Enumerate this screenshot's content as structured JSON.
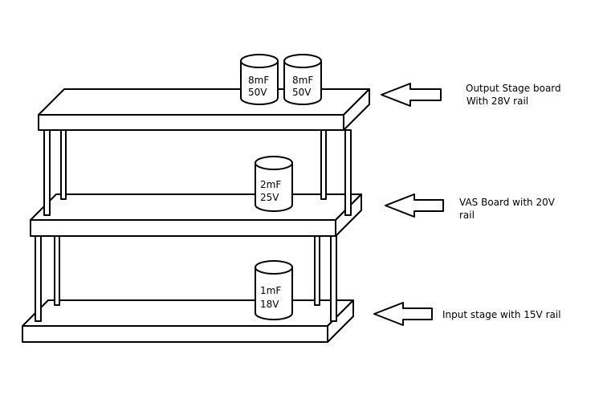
{
  "boards": [
    {
      "name": "output-stage",
      "label_lines": [
        "Output Stage board",
        " With 28V rail"
      ],
      "capacitors": [
        {
          "value": "8mF",
          "voltage": "50V"
        },
        {
          "value": "8mF",
          "voltage": "50V"
        }
      ]
    },
    {
      "name": "vas",
      "label_lines": [
        "VAS Board with 20V",
        "rail"
      ],
      "capacitors": [
        {
          "value": "2mF",
          "voltage": "25V"
        }
      ]
    },
    {
      "name": "input-stage",
      "label_lines": [
        "Input stage with 15V rail"
      ],
      "capacitors": [
        {
          "value": "1mF",
          "voltage": "18V"
        }
      ]
    }
  ],
  "colors": {
    "stroke": "#000000",
    "fill": "#ffffff"
  }
}
